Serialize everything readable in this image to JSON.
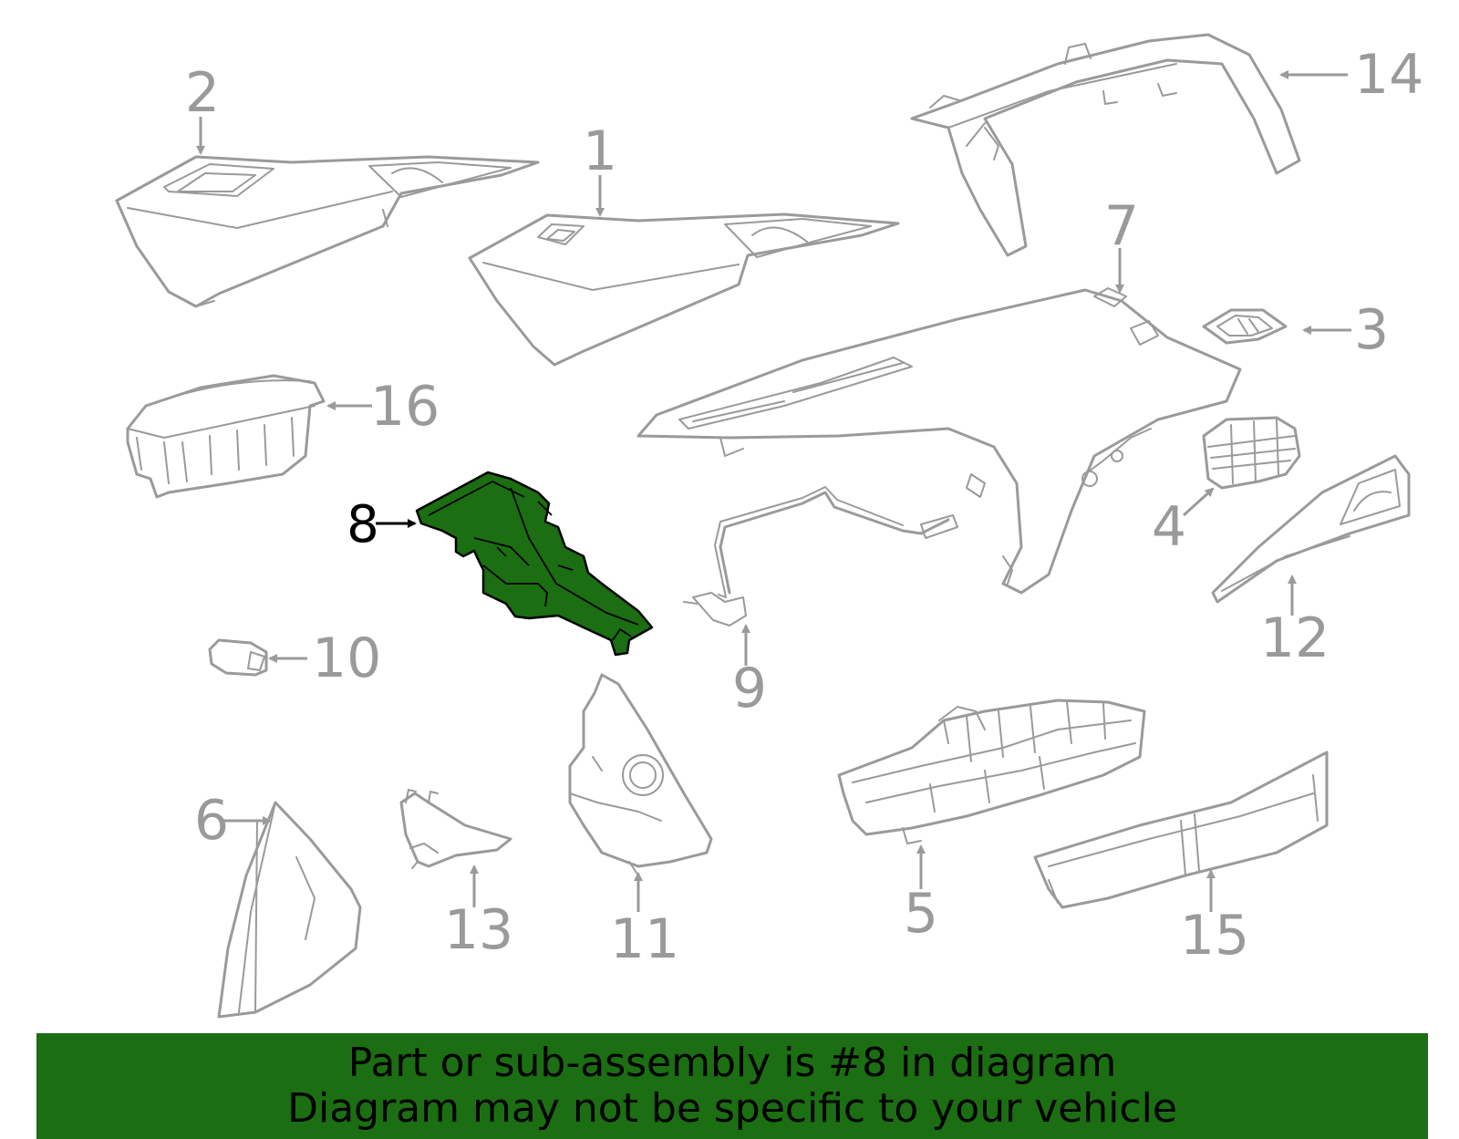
{
  "callouts": {
    "c1": "1",
    "c2": "2",
    "c3": "3",
    "c4": "4",
    "c5": "5",
    "c6": "6",
    "c7": "7",
    "c8": "8",
    "c9": "9",
    "c10": "10",
    "c11": "11",
    "c12": "12",
    "c13": "13",
    "c14": "14",
    "c15": "15",
    "c16": "16"
  },
  "highlighted_part": "8",
  "colors": {
    "highlight": "#1b6e12",
    "parts": "#9a9a9a",
    "banner": "#1b6e12"
  },
  "banner": {
    "line1": "Part or sub-assembly is #8 in diagram",
    "line2": "Diagram may not be specific to your vehicle"
  }
}
